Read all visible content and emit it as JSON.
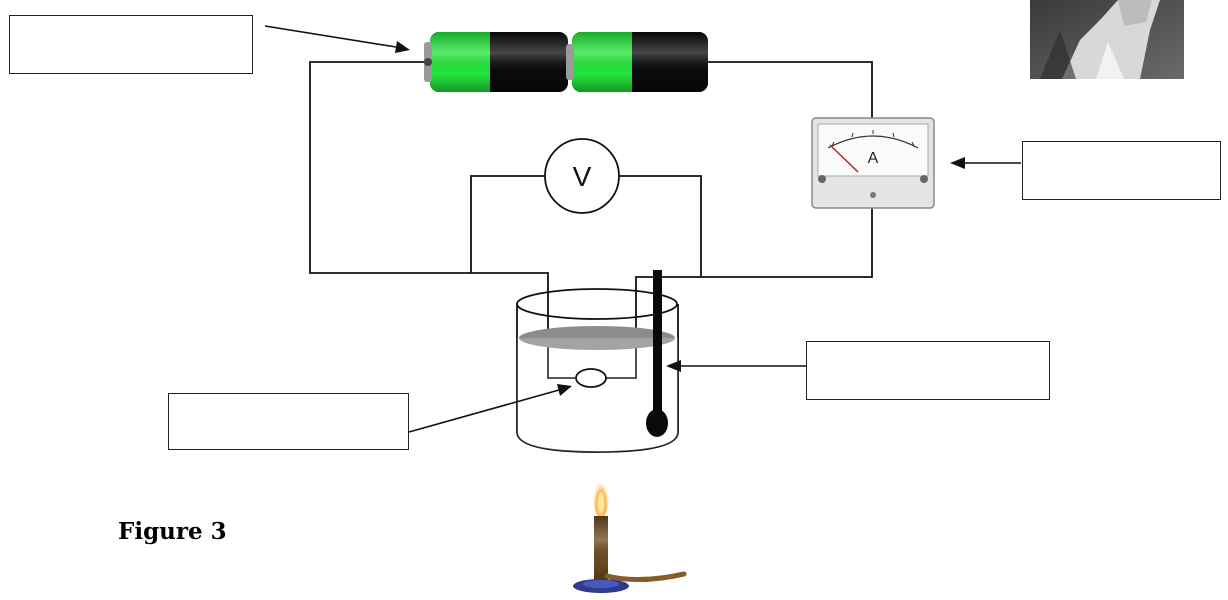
{
  "figure": {
    "caption": "Figure 3",
    "voltmeter_symbol": "V",
    "ammeter_symbol": "A"
  },
  "components": {
    "battery": "battery-icon",
    "voltmeter": "voltmeter-icon",
    "ammeter": "ammeter-icon",
    "resistor_coil": "resistor-icon",
    "thermometer": "thermometer-icon",
    "beaker": "beaker-icon",
    "bunsen_burner": "bunsen-burner-icon",
    "portrait": "portrait-icon"
  },
  "answer_boxes": [
    "",
    "",
    "",
    ""
  ],
  "colors": {
    "battery_green": "#22e63a",
    "battery_black": "#0a0a0a",
    "liquid_grey": "#8c8c8c",
    "burner_blue": "#2f3b8c",
    "hose_brown": "#8a5a2b"
  }
}
